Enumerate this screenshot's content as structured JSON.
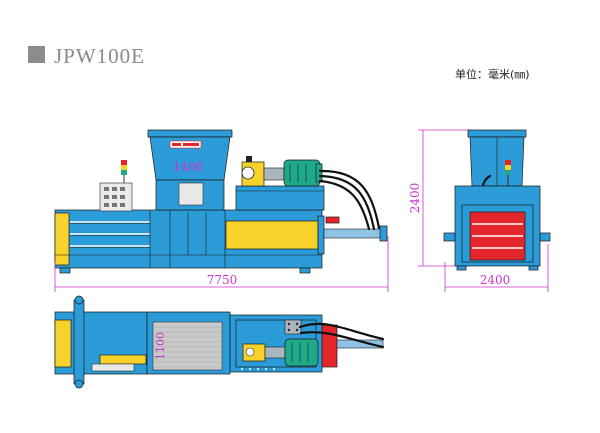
{
  "header": {
    "title": "JPW100E",
    "unit_note": "单位：毫米(㎜)"
  },
  "side_view": {
    "hopper_dimension": "1400",
    "length_dimension": "7750"
  },
  "front_view": {
    "height_dimension": "2400",
    "width_dimension": "2400"
  },
  "top_view": {
    "hopper_width_dimension": "1100"
  },
  "colors": {
    "frame_blue": "#2b9cd8",
    "cylinder_yellow": "#f6d22b",
    "motor_green": "#1fa98b",
    "ram_red": "#e3262b",
    "dimension_magenta": "#cc33cc",
    "title_square_gray": "#8c8c8c"
  }
}
